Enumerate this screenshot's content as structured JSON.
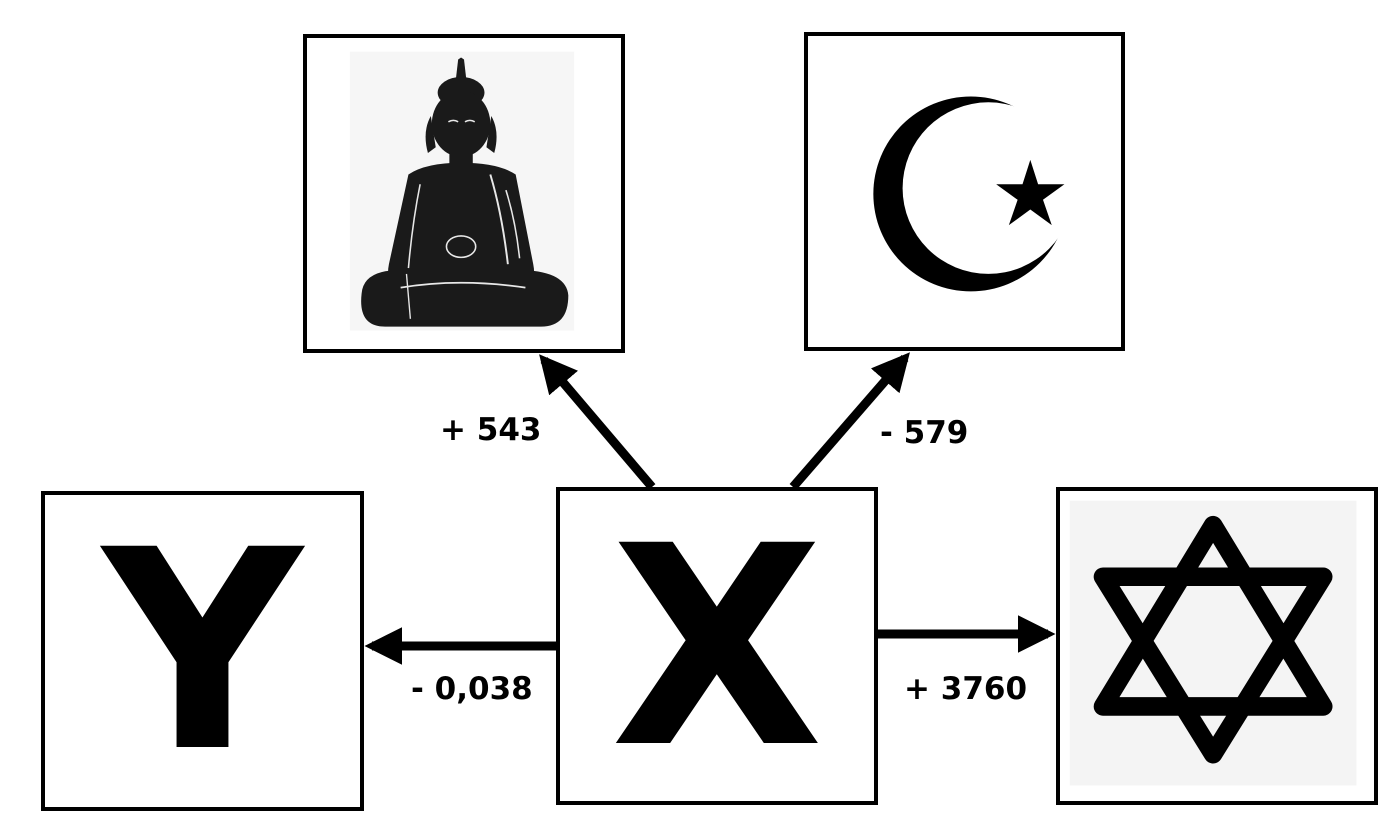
{
  "nodes": {
    "x": {
      "label": "X"
    },
    "y": {
      "label": "Y"
    },
    "buddha": {
      "icon": "buddha-icon"
    },
    "crescent": {
      "icon": "crescent-star-icon"
    },
    "star_of_david": {
      "icon": "star-of-david-icon"
    }
  },
  "edges": {
    "x_to_buddha": {
      "label": "+ 543"
    },
    "x_to_crescent": {
      "label": "- 579"
    },
    "x_to_y": {
      "label": "- 0,038"
    },
    "x_to_star_of_david": {
      "label": "+ 3760"
    }
  },
  "colors": {
    "stroke": "#000000",
    "background": "#ffffff",
    "tile_gray": "#f4f4f4"
  }
}
